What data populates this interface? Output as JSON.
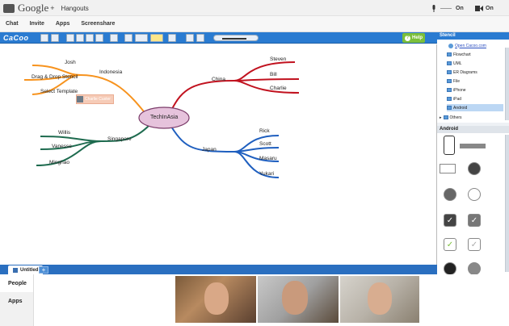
{
  "header": {
    "brand": "Google",
    "plus": "+",
    "app": "Hangouts",
    "mic_label": "On",
    "cam_label": "On"
  },
  "tabs": [
    "Chat",
    "Invite",
    "Apps",
    "Screenshare"
  ],
  "cacoo": {
    "logo": "CaCoo",
    "help": "Help"
  },
  "mindmap": {
    "center": "TechInAsia",
    "indonesia": {
      "label": "Indonesia",
      "children": [
        "Josh",
        "Drag & Drop Stencil",
        "Select Template"
      ]
    },
    "china": {
      "label": "China",
      "children": [
        "Steven",
        "Bill",
        "Charlie"
      ]
    },
    "singapore": {
      "label": "Singapore",
      "children": [
        "Willis",
        "Vanesse",
        "Minghao"
      ]
    },
    "japan": {
      "label": "Japan",
      "children": [
        "Rick",
        "Scott",
        "Masaru",
        "Yukari"
      ]
    },
    "cursor_tag": "Charlie Custer"
  },
  "sheet_tab": "Untitled",
  "add_tab": "+",
  "stencil": {
    "title": "Stencil",
    "open_link": "Open Cacoo.com",
    "items": [
      "Flowchart",
      "UML",
      "ER Diagrams",
      "File",
      "iPhone",
      "iPad",
      "Android"
    ],
    "others": "Others",
    "section": "Android"
  },
  "lower": {
    "people": "People",
    "apps": "Apps"
  },
  "colors": {
    "indonesia": "#f7931e",
    "china": "#c1121f",
    "singapore": "#1e6b4f",
    "japan": "#1f5fbf",
    "center_fill": "#e6c3dc"
  }
}
